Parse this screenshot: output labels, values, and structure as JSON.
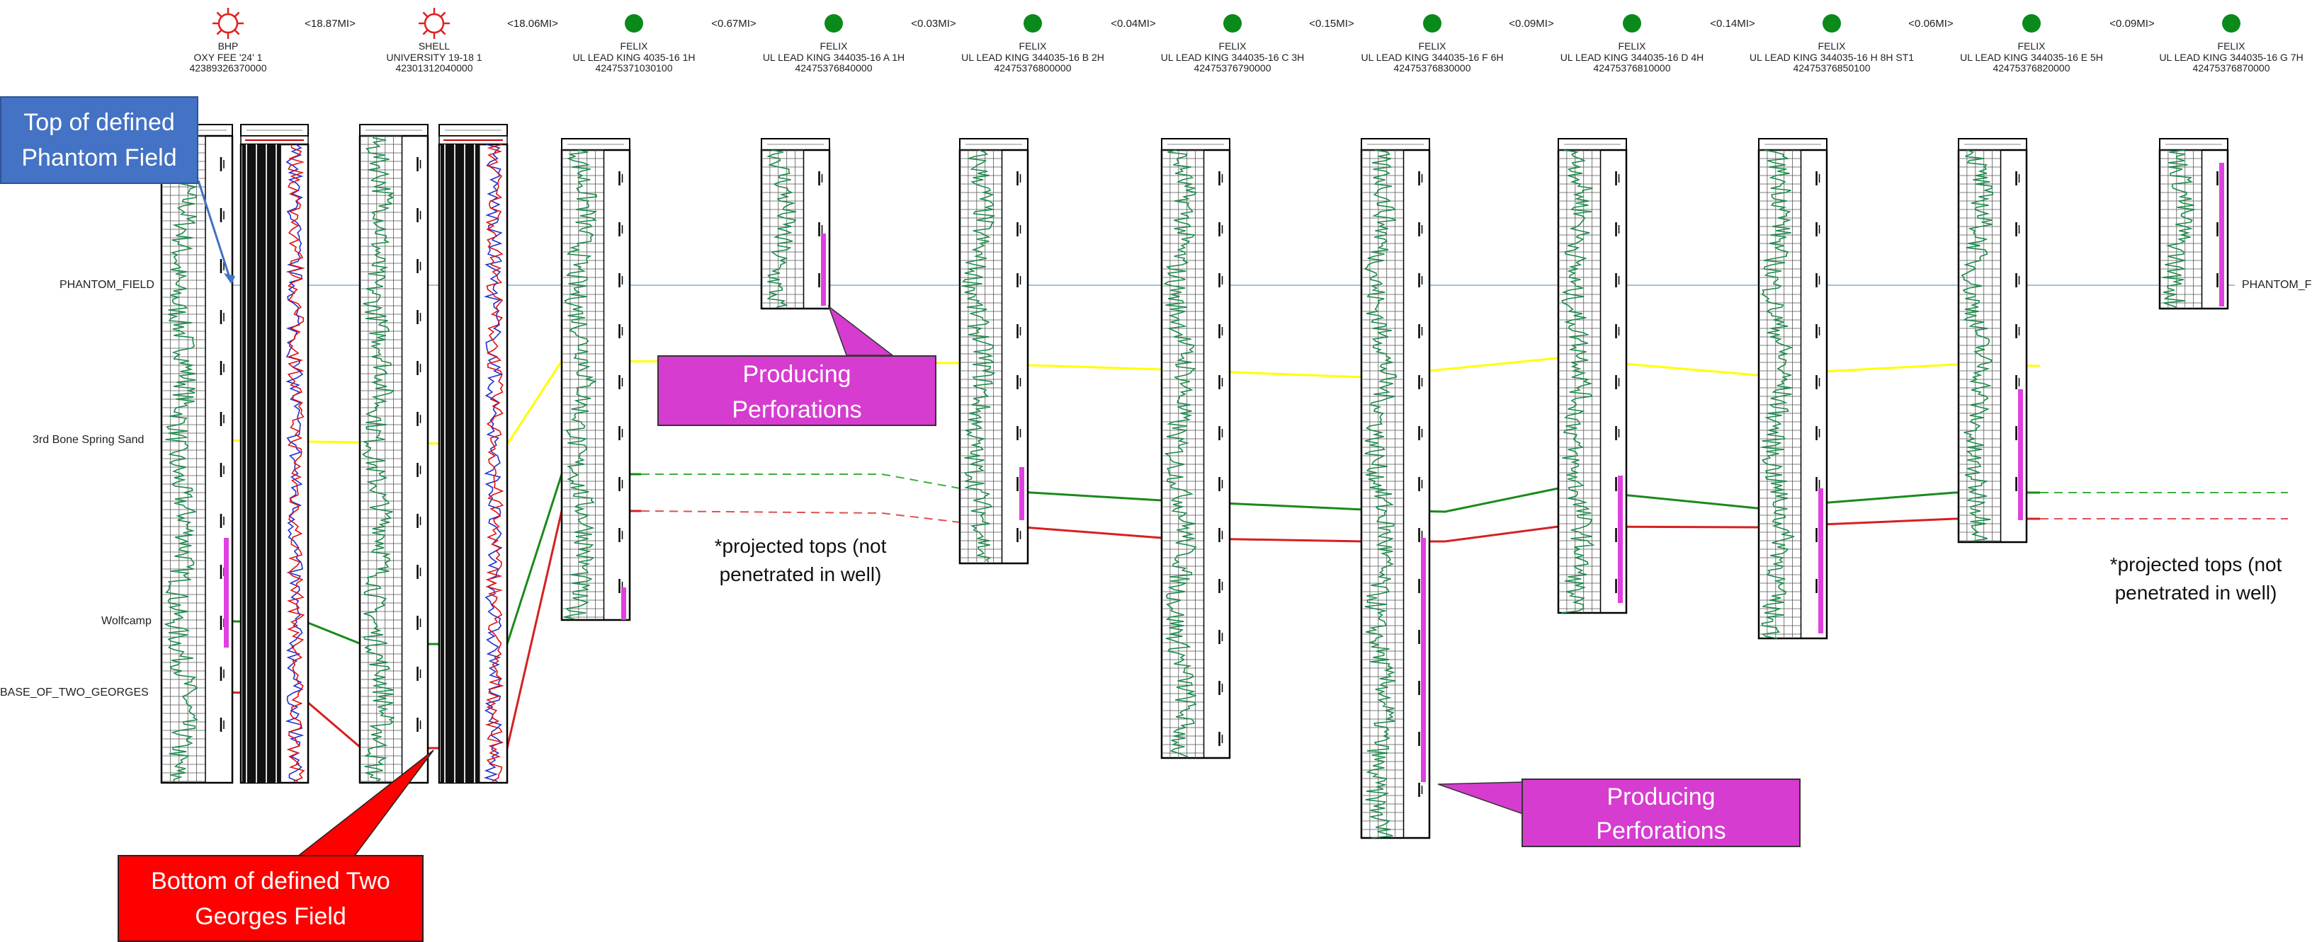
{
  "wells": [
    {
      "operator": "BHP",
      "name": "OXY FEE '24' 1",
      "api": "42389326370000",
      "symbol": "dry"
    },
    {
      "operator": "SHELL",
      "name": "UNIVERSITY 19-18 1",
      "api": "42301312040000",
      "symbol": "dry"
    },
    {
      "operator": "FELIX",
      "name": "UL LEAD KING 4035-16 1H",
      "api": "42475371030100",
      "symbol": "oil"
    },
    {
      "operator": "FELIX",
      "name": "UL LEAD KING 344035-16 A 1H",
      "api": "42475376840000",
      "symbol": "oil"
    },
    {
      "operator": "FELIX",
      "name": "UL LEAD KING 344035-16 B 2H",
      "api": "42475376800000",
      "symbol": "oil"
    },
    {
      "operator": "FELIX",
      "name": "UL LEAD KING 344035-16 C 3H",
      "api": "42475376790000",
      "symbol": "oil"
    },
    {
      "operator": "FELIX",
      "name": "UL LEAD KING 344035-16 F 6H",
      "api": "42475376830000",
      "symbol": "oil"
    },
    {
      "operator": "FELIX",
      "name": "UL LEAD KING 344035-16 D 4H",
      "api": "42475376810000",
      "symbol": "oil"
    },
    {
      "operator": "FELIX",
      "name": "UL LEAD KING 344035-16 H 8H ST1",
      "api": "42475376850100",
      "symbol": "oil"
    },
    {
      "operator": "FELIX",
      "name": "UL LEAD KING 344035-16 E 5H",
      "api": "42475376820000",
      "symbol": "oil"
    },
    {
      "operator": "FELIX",
      "name": "UL LEAD KING 344035-16 G 7H",
      "api": "42475376870000",
      "symbol": "oil"
    }
  ],
  "distances": [
    "<18.87MI>",
    "<18.06MI>",
    "<0.67MI>",
    "<0.03MI>",
    "<0.04MI>",
    "<0.15MI>",
    "<0.09MI>",
    "<0.14MI>",
    "<0.06MI>",
    "<0.09MI>"
  ],
  "tops": {
    "phantom_field": "PHANTOM_FIELD",
    "phantom_field_right": "PHANTOM_F",
    "third_bone_spring": "3rd Bone Spring Sand",
    "wolfcamp": "Wolfcamp",
    "base_two_georges": "BASE_OF_TWO_GEORGES"
  },
  "callouts": {
    "top_phantom": "Top of defined Phantom Field",
    "bottom_two_georges": "Bottom of defined Two Georges Field",
    "producing_perfs_1": "Producing Perforations",
    "producing_perfs_2": "Producing Perforations",
    "projected_1": "*projected tops (not penetrated in well)",
    "projected_2": "*projected tops (not penetrated in well)"
  },
  "colors": {
    "phantom": "#9cc3e6",
    "bone_spring": "#ffff00",
    "wolfcamp": "#2ca02c",
    "two_georges": "#d62020",
    "gamma_ray": "#1b8a4a",
    "perforation": "#e040e0",
    "callout_blue": "#4472c4",
    "callout_red": "#ff0000",
    "callout_magenta": "#d63ccf",
    "dry_hole": "#e02020",
    "oil_well": "#0a8a1a"
  }
}
